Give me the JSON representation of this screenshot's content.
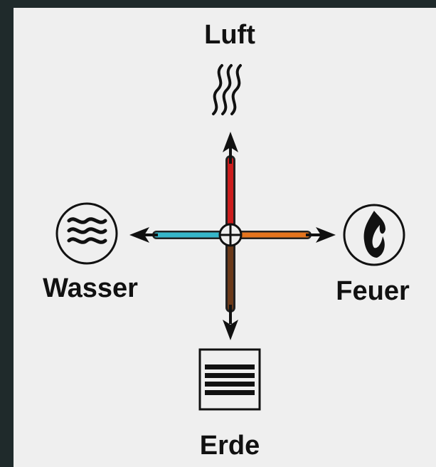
{
  "diagram": {
    "elements": {
      "top": {
        "label": "Luft",
        "icon": "air-waves-icon",
        "arm_color": "#cc1d1d"
      },
      "left": {
        "label": "Wasser",
        "icon": "water-waves-icon",
        "arm_color": "#36b6c9"
      },
      "right": {
        "label": "Feuer",
        "icon": "flame-icon",
        "arm_color": "#e4741e"
      },
      "bottom": {
        "label": "Erde",
        "icon": "earth-layers-icon",
        "arm_color": "#6b3a1a"
      }
    },
    "center_icon": "crossed-circle-icon"
  }
}
